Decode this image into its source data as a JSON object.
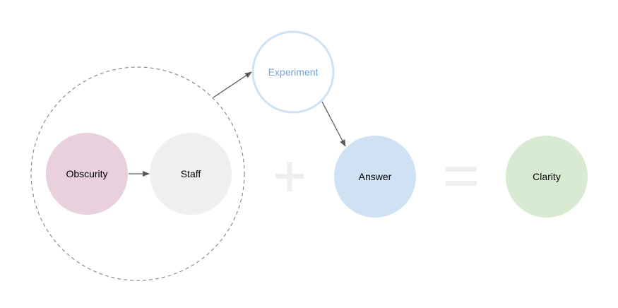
{
  "nodes": {
    "obscurity": {
      "label": "Obscurity",
      "fill": "#e8d1dc"
    },
    "staff": {
      "label": "Staff",
      "fill": "#efefef"
    },
    "experiment": {
      "label": "Experiment",
      "stroke": "#cfe2f3",
      "text_color": "#6fa8dc"
    },
    "answer": {
      "label": "Answer",
      "fill": "#cfe2f3"
    },
    "clarity": {
      "label": "Clarity",
      "fill": "#d9ead3"
    }
  },
  "operators": {
    "plus": "+",
    "equals": "="
  },
  "colors": {
    "arrow": "#595959",
    "dashed_group": "#8c8c8c",
    "operator": "#efefef"
  }
}
